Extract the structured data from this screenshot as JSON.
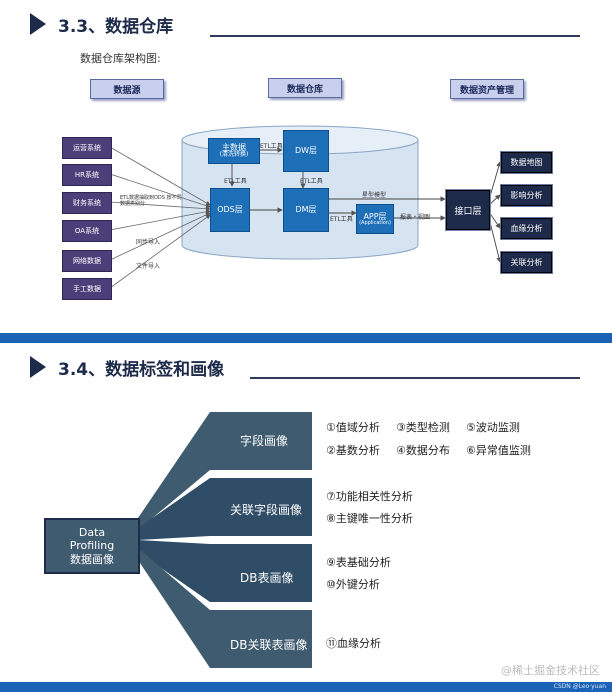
{
  "section1": {
    "title": "3.3、数据仓库",
    "subtitle": "数据仓库架构图:",
    "headers": [
      "数据源",
      "数据仓库",
      "数据资产管理"
    ],
    "sources": [
      "运营系统",
      "HR系统",
      "财务系统",
      "OA系统",
      "网络数据",
      "手工数据"
    ],
    "arrow_labels": {
      "etl_main": "ETL数据抽取到ODS 按不同数据类别分",
      "sync": "同步导入",
      "manual": "文件导入"
    },
    "warehouse": {
      "master": {
        "line1": "主数据",
        "line2": "(清洗转换)"
      },
      "dw": "DW层",
      "ods": "ODS层",
      "dm": "DM层",
      "app": {
        "line1": "APP层",
        "line2": "(Application)"
      },
      "etl1": "ETL工具",
      "etl2": "ETL工具",
      "etl3": "ETL工具",
      "etl4": "ETL工具",
      "star": "星型模型",
      "report": "报表・视图"
    },
    "interface": "接口层",
    "outputs": [
      "数据地图",
      "影响分析",
      "血缘分析",
      "关联分析"
    ]
  },
  "section2": {
    "title": "3.4、数据标签和画像",
    "root": {
      "line1": "Data",
      "line2": "Profiling",
      "line3": "数据画像"
    },
    "bands": [
      {
        "label": "字段画像",
        "features": [
          "①值域分析",
          "③类型检测",
          "⑤波动监测",
          "②基数分析",
          "④数据分布",
          "⑥异常值监测"
        ]
      },
      {
        "label": "关联字段画像",
        "features": [
          "⑦功能相关性分析",
          "⑧主键唯一性分析"
        ]
      },
      {
        "label": "DB表画像",
        "features": [
          "⑨表基础分析",
          "⑩外键分析"
        ]
      },
      {
        "label": "DB关联表画像",
        "features": [
          "⑪血缘分析"
        ]
      }
    ]
  },
  "watermark": "@稀土掘金技术社区",
  "credit": "CSDN @Leo·yuan",
  "colors": {
    "accent_blue": "#1b63b7",
    "navy": "#1d2a4a",
    "band": "#3f5b70",
    "purple": "#4b3f7a",
    "box_blue": "#1d6fb8"
  }
}
